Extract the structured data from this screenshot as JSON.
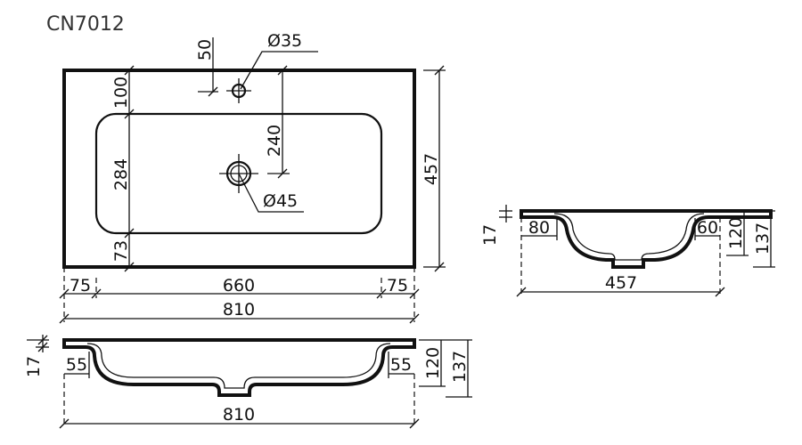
{
  "title": "CN7012",
  "top_view": {
    "tap_hole_offset": "50",
    "tap_hole_diameter": "Ø35",
    "drain_diameter": "Ø45",
    "drain_offset": "240",
    "rim_back": "100",
    "basin_depth": "284",
    "rim_front": "73",
    "overall_depth": "457",
    "rim_left": "75",
    "basin_width": "660",
    "rim_right": "75",
    "overall_width": "810"
  },
  "front_section": {
    "flange_thickness": "17",
    "left_rim": "55",
    "right_rim": "55",
    "inner_height": "120",
    "overall_height": "137",
    "overall_width": "810"
  },
  "side_section": {
    "flange_thickness": "17",
    "back_rim": "80",
    "front_rim": "60",
    "inner_height": "120",
    "overall_height": "137",
    "overall_depth": "457"
  }
}
